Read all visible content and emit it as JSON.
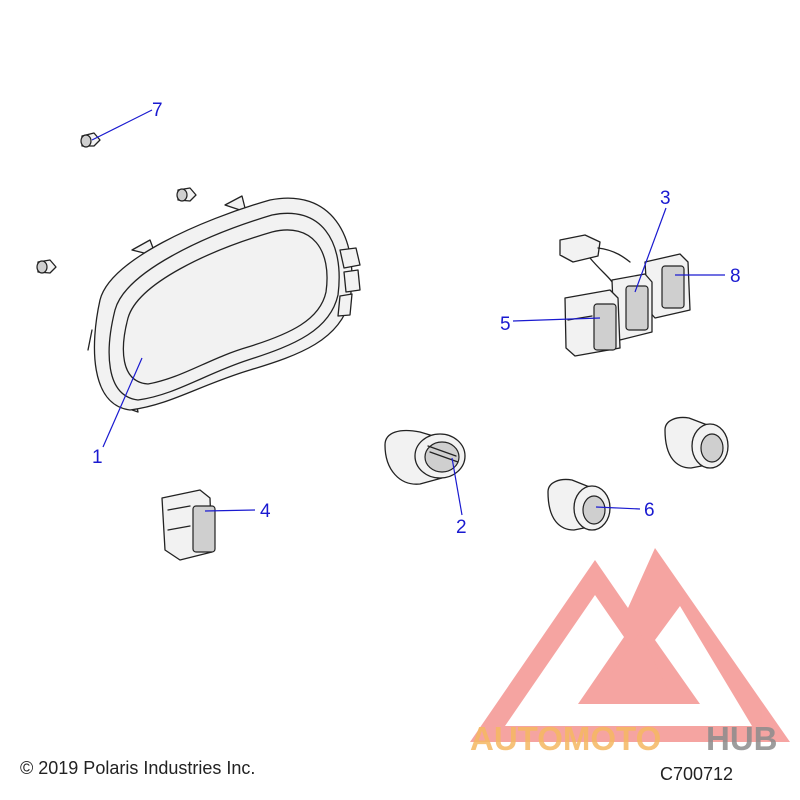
{
  "callouts": [
    "1",
    "2",
    "3",
    "4",
    "5",
    "6",
    "7",
    "8"
  ],
  "copyright": "© 2019 Polaris Industries Inc.",
  "diagram_code": "C700712",
  "watermark": {
    "text": "AUTOMOTOHUB",
    "colors": {
      "auto_moto": "#f5b862",
      "hub": "#8c8c8c",
      "triangle": "#ee5a55"
    }
  },
  "colors": {
    "callout": "#1a1ad0",
    "line": "#222222"
  }
}
